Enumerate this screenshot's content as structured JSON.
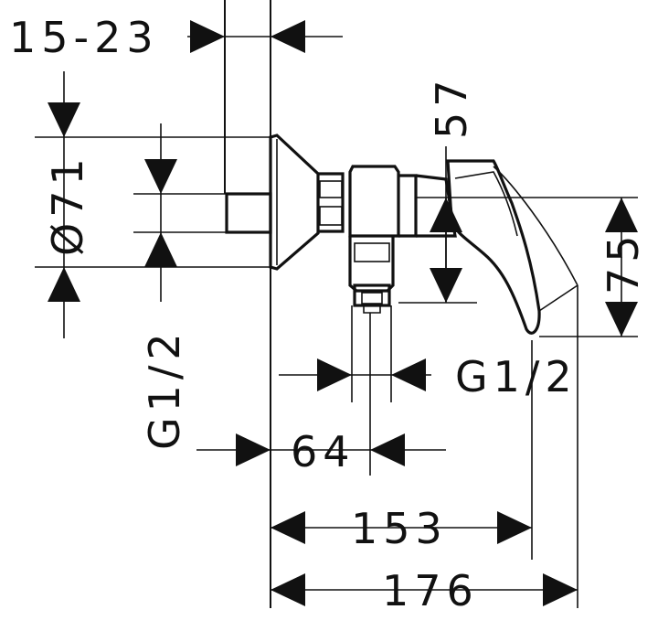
{
  "dimensions": {
    "wall_depth": "15-23",
    "diameter": "Ø71",
    "outlet_height": "57",
    "inlet_thread": "G1/2",
    "outlet_thread": "G1/2",
    "handle_height": "75",
    "wall_to_outlet": "64",
    "wall_to_handle": "153",
    "total_depth": "176"
  },
  "colors": {
    "line": "#111111",
    "background": "#ffffff"
  }
}
